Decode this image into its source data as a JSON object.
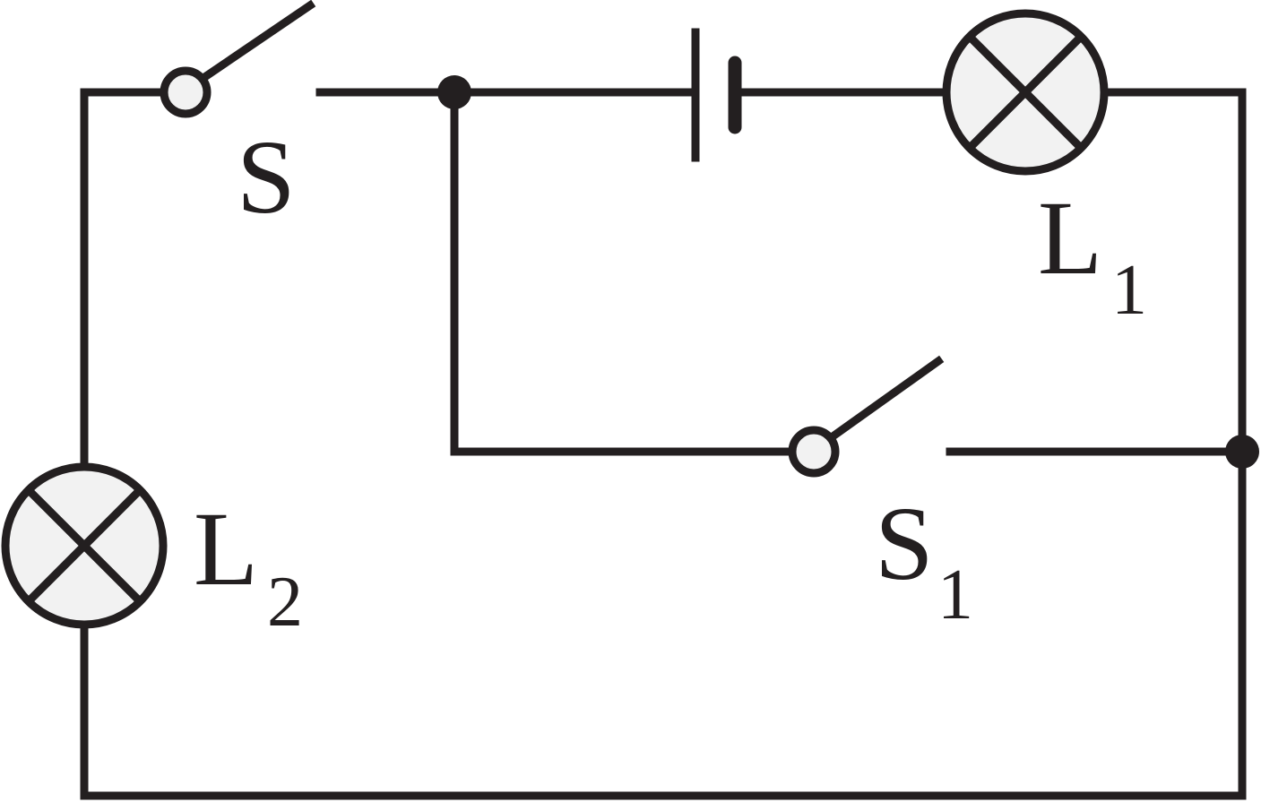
{
  "diagram": {
    "type": "circuit",
    "components": {
      "switch_s": {
        "label": "S"
      },
      "switch_s1": {
        "label": "S",
        "subscript": "1"
      },
      "lamp_l1": {
        "label": "L",
        "subscript": "1"
      },
      "lamp_l2": {
        "label": "L",
        "subscript": "2"
      },
      "battery": {}
    },
    "colors": {
      "wire": "#231f20",
      "lamp_fill": "#f2f2f2"
    }
  }
}
